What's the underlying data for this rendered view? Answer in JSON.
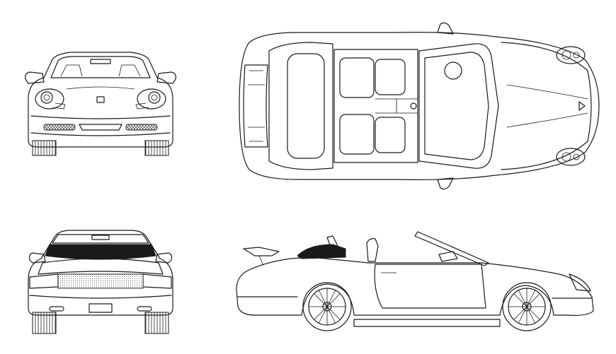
{
  "drawing": {
    "views": [
      {
        "id": "front",
        "icon": "car-front-view-icon"
      },
      {
        "id": "top",
        "icon": "car-top-view-icon"
      },
      {
        "id": "rear",
        "icon": "car-rear-view-icon"
      },
      {
        "id": "side",
        "icon": "car-side-view-icon"
      }
    ],
    "line_color": "#1a1a1a",
    "background": "#ffffff"
  }
}
